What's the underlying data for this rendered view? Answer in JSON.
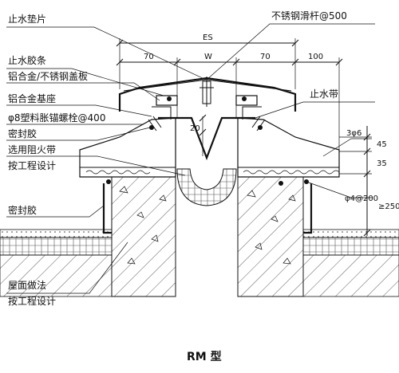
{
  "labels_left": [
    "止水垫片",
    "止水胶条",
    "铝合金/不锈钢盖板",
    "铝合金基座",
    "φ8塑料胀锚螺栓@400",
    "密封胶",
    "选用阻火带",
    "按工程设计",
    "密封胶",
    "屋面做法",
    "按工程设计"
  ],
  "labels_right": [
    "不锈钢滑杆@500",
    "止水带"
  ],
  "dimensions": {
    "es": "ES",
    "left70": "70",
    "w": "W",
    "right70": "70",
    "d100": "100",
    "d20": "20",
    "d3phi6": "3φ6",
    "d45": "45",
    "d35": "35",
    "phi4": "φ4@200",
    "ge250": "≥250"
  },
  "caption": "RM 型",
  "colors": {
    "line": "#111111",
    "background": "#ffffff"
  }
}
